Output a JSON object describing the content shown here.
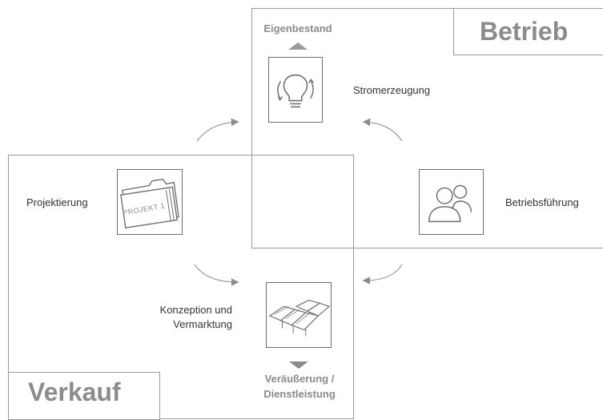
{
  "regions": {
    "betrieb": {
      "title": "Betrieb"
    },
    "verkauf": {
      "title": "Verkauf"
    }
  },
  "steps": {
    "eigenbestand": "Eigenbestand",
    "stromerzeugung": "Stromerzeugung",
    "projektierung": "Projektierung",
    "projekt_tab": "PROJEKT 1",
    "betriebsfuehrung": "Betriebsführung",
    "konzeption_line1": "Konzeption und",
    "konzeption_line2": "Vermarktung",
    "veraeusserung_line1": "Veräußerung /",
    "veraeusserung_line2": "Dienstleistung"
  },
  "icons": {
    "stromerzeugung": "lightbulb-icon",
    "projektierung": "folder-icon",
    "betriebsfuehrung": "users-icon",
    "konzeption": "solar-panel-icon"
  },
  "colors": {
    "line": "#9a9a9a",
    "tag_text": "#8c8c8c",
    "icon": "#6e6e6e"
  }
}
